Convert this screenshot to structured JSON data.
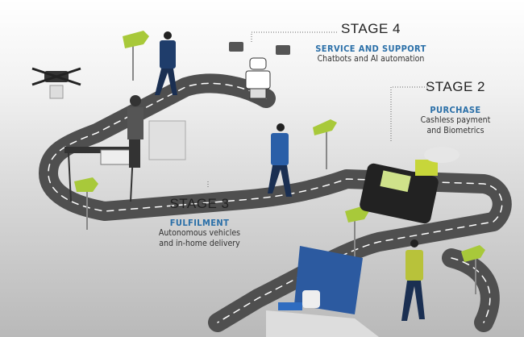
{
  "stages": [
    {
      "title": "STAGE 4",
      "subtitle": "SERVICE AND SUPPORT",
      "description": [
        "Chatbots and AI automation"
      ]
    },
    {
      "title": "STAGE 2",
      "subtitle": "PURCHASE",
      "description": [
        "Cashless payment",
        "and Biometrics"
      ]
    },
    {
      "title": "STAGE 3",
      "subtitle": "FULFILMENT",
      "description": [
        "Autonomous vehicles",
        "and in-home delivery"
      ]
    }
  ],
  "colors": {
    "accent": "#2a6fa8",
    "road": "#4f4f4f",
    "sign": "#a8c93a"
  }
}
